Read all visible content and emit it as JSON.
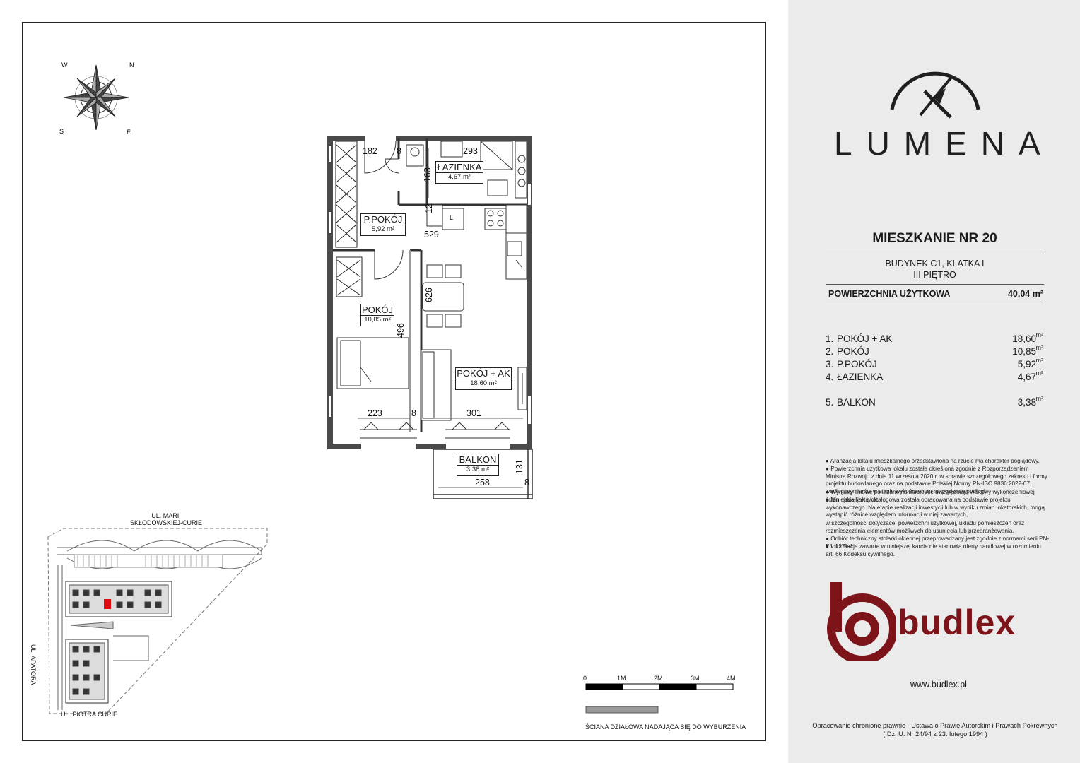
{
  "brand": {
    "name": "LUMENA"
  },
  "flat": {
    "title": "MIESZKANIE NR 20",
    "building": "BUDYNEK C1, KLATKA I",
    "floor": "III PIĘTRO",
    "usable_area_label": "POWIERZCHNIA UŻYTKOWA",
    "usable_area_value": "40,04 m²"
  },
  "rooms": [
    {
      "no": "1.",
      "name": "POKÓJ + AK",
      "area": "18,60",
      "unit": "m²"
    },
    {
      "no": "2.",
      "name": "POKÓJ",
      "area": "10,85",
      "unit": "m²"
    },
    {
      "no": "3.",
      "name": "P.POKÓJ",
      "area": "5,92",
      "unit": "m²"
    },
    {
      "no": "4.",
      "name": "ŁAZIENKA",
      "area": "4,67",
      "unit": "m²"
    },
    {
      "no": "5.",
      "name": "BALKON",
      "area": "3,38",
      "unit": "m²"
    }
  ],
  "notes": [
    "● Aranżacja lokalu mieszkalnego przedstawiona na rzucie ma charakter poglądowy.",
    "● Powierzchnia użytkowa lokalu została określona zgodnie z Rozporządzeniem Ministra Rozwoju z dnia 11 września 2020 r. w sprawie szczegółowego zakresu i formy projektu budowlanego oraz na podstawie Polskiej Normy PN-ISO 9836:2022-07, według wymiarów w stanie wykończonym na poziomie podłogi.",
    "● Wymiary liniowe pokazane na karcie nie uwzględniają warstwy wykończeniowej ścian, takiej jak tynk.",
    "● Niniejsza karta katalogowa została opracowana na podstawie projektu wykonawczego. Na etapie realizacji inwestycji lub w wyniku zmian lokatorskich, mogą wystąpić różnice względem informacji w niej zawartych,",
    "w szczególności dotyczące: powierzchni użytkowej, układu pomieszczeń oraz rozmieszczenia elementów możliwych do usunięcia lub przearanżowania.",
    "● Odbiór techniczny stolarki okiennej przeprowadzany jest zgodnie z normami serii PN-EN 1279-1.",
    "● Informacje zawarte w niniejszej karcie nie stanowią oferty handlowej w rozumieniu art. 66 Kodeksu cywilnego."
  ],
  "developer": {
    "name": "budlex",
    "url": "www.budlex.pl"
  },
  "copyright": {
    "line1": "Opracowanie chronione prawnie - Ustawa o Prawie Autorskim i Prawach Pokrewnych",
    "line2": "( Dz. U. Nr 24/94 z 23. lutego 1994 )"
  },
  "plan": {
    "compass": {
      "n": "N",
      "e": "E",
      "s": "S",
      "w": "W"
    },
    "room_labels": {
      "lazienka": {
        "name": "ŁAZIENKA",
        "area": "4,67 m²"
      },
      "ppokoj": {
        "name": "P.POKÓJ",
        "area": "5,92 m²"
      },
      "pokoj": {
        "name": "POKÓJ",
        "area": "10,85 m²"
      },
      "pokoj_ak": {
        "name": "POKÓJ + AK",
        "area": "18,60 m²"
      },
      "balkon": {
        "name": "BALKON",
        "area": "3,38 m²"
      }
    },
    "dims": {
      "d182": "182",
      "d8a": "8",
      "d293": "293",
      "d163": "163",
      "d12": "12",
      "d529": "529",
      "d626": "626",
      "d496": "496",
      "d223": "223",
      "d8b": "8",
      "d301": "301",
      "d131": "131",
      "d258": "258",
      "d8c": "8"
    },
    "fridge_label": "L",
    "site": {
      "street_top_1": "UL. MARII",
      "street_top_2": "SKŁODOWSKIEJ-CURIE",
      "street_left": "UL. APATORA",
      "street_bottom": "UL. PIOTRA CURIE"
    },
    "scale": {
      "ticks": [
        "0",
        "1M",
        "2M",
        "3M",
        "4M"
      ]
    },
    "legend": "ŚCIANA DZIAŁOWA NADAJĄCA SIĘ DO WYBURZENIA"
  }
}
